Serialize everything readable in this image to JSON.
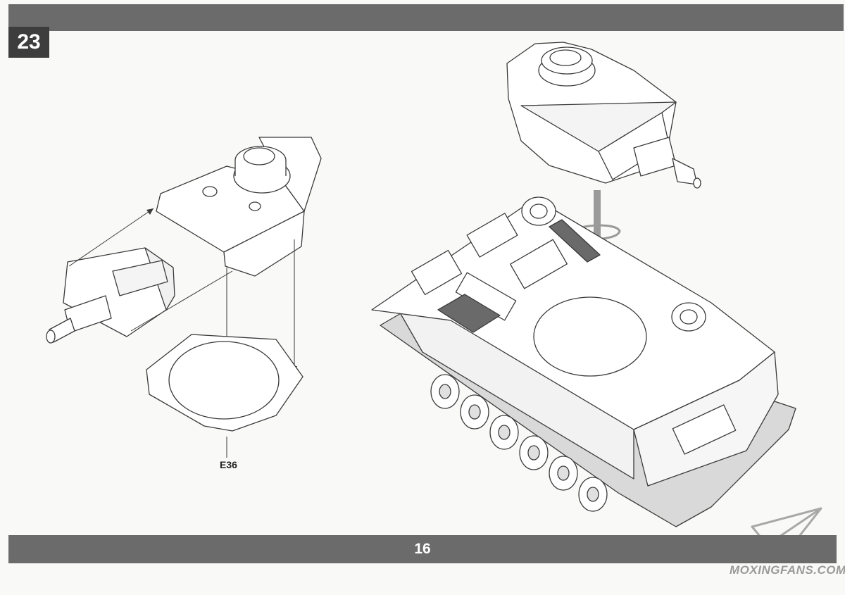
{
  "step": {
    "number": "23"
  },
  "footer": {
    "page_number": "16"
  },
  "callouts": {
    "part_e36": "E36"
  },
  "watermark": {
    "text": "MOXINGFANS.COM"
  },
  "colors": {
    "band": "#6b6b6b",
    "step_box": "#3d3d3d",
    "line": "#3a3a3a",
    "arrow": "#9a9a9a"
  },
  "illustrations": [
    "turret-assembly-exploded",
    "turret-ring-part-e36",
    "tank-turret",
    "tank-hull-with-tracks"
  ]
}
